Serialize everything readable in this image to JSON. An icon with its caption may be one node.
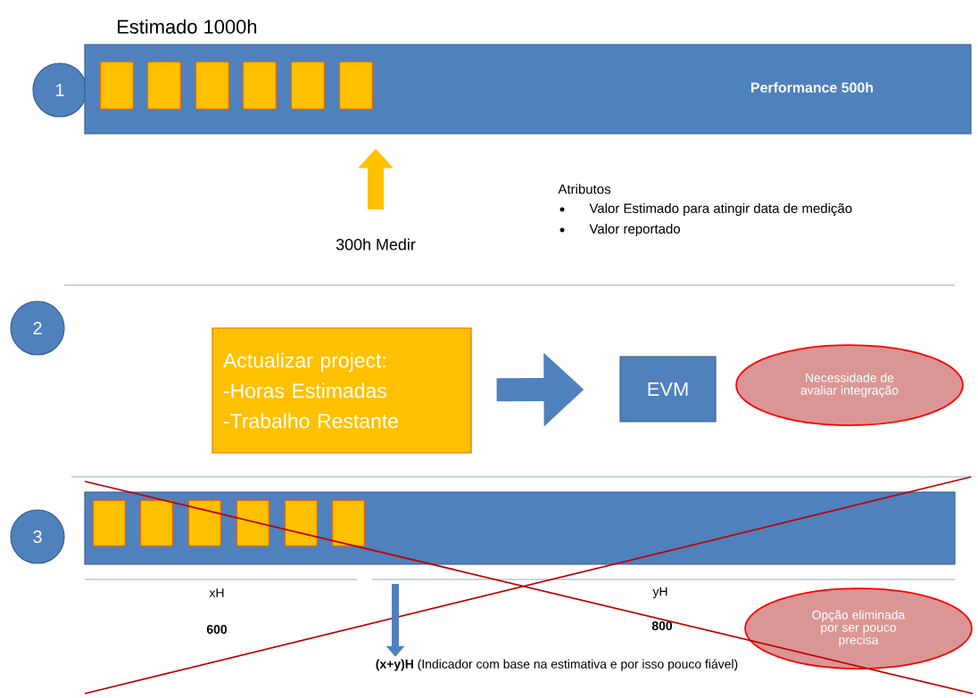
{
  "diagram": {
    "nodes": [
      {
        "text": [
          "1"
        ]
      },
      {
        "text": [
          "Estimado 1000h",
          "Performance 500h"
        ]
      },
      {
        "text": [],
        "shape": "box",
        "in": 1
      },
      {
        "text": [],
        "shape": "box",
        "in": 1
      },
      {
        "text": [],
        "shape": "box",
        "in": 1
      },
      {
        "text": [],
        "shape": "box",
        "in": 1
      },
      {
        "text": [],
        "shape": "box",
        "in": 1
      },
      {
        "text": [],
        "shape": "box",
        "in": 1
      },
      {
        "text": [
          "300h Medir"
        ]
      },
      {
        "text": [
          "2"
        ]
      },
      {
        "text": [
          "Actualizar project:",
          "-Horas Estimadas",
          "-Trabalho Restante"
        ]
      },
      {
        "text": [
          "EVM"
        ]
      },
      {
        "text": [
          "Necessidade de avaliar integração"
        ]
      },
      {
        "text": [
          "3"
        ]
      },
      {
        "text": [],
        "shape": "bar"
      },
      {
        "text": [],
        "shape": "box",
        "in": 14
      },
      {
        "text": [],
        "shape": "box",
        "in": 14
      },
      {
        "text": [],
        "shape": "box",
        "in": 14
      },
      {
        "text": [],
        "shape": "box",
        "in": 14
      },
      {
        "text": [],
        "shape": "box",
        "in": 14
      },
      {
        "text": [],
        "shape": "box",
        "in": 14
      },
      {
        "text": [
          "**(x+y)H** (Indicador com base na estimativa e por isso pouco fiável)"
        ]
      },
      {
        "text": [
          "Opção eliminada por ser pouco precisa"
        ]
      }
    ],
    "edges": [
      {
        "from": 8,
        "to": 1,
        "arrow": "to",
        "color": "#ffc000"
      },
      {
        "from": 10,
        "to": 11,
        "arrow": "to"
      },
      {
        "from": null,
        "to": 21,
        "arrow": "to"
      }
    ],
    "labels": [
      "Atributos",
      "Valor Estimado para atingir data de medição",
      "Valor reportado",
      "xH",
      "yH",
      "600",
      "800"
    ]
  }
}
